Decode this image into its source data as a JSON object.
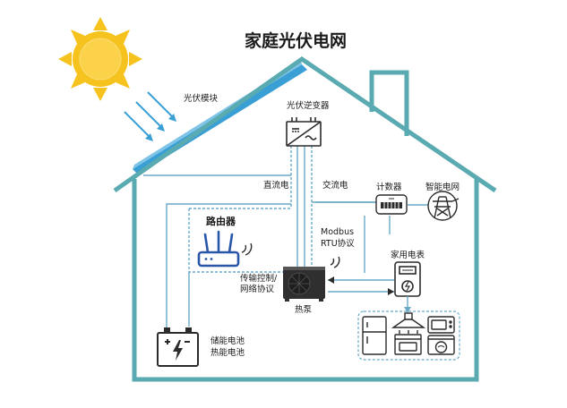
{
  "title": "家庭光伏电网",
  "labels": {
    "pv_module": "光伏模块",
    "inverter": "光伏逆变器",
    "dc": "直流电",
    "ac": "交流电",
    "meter": "计数器",
    "smart_grid": "智能电网",
    "router": "路由器",
    "modbus_line1": "Modbus",
    "modbus_line2": "RTU协议",
    "home_meter": "家用电表",
    "transfer_line1": "传输控制/",
    "transfer_line2": "网络协议",
    "heat_pump": "热泵",
    "battery_line1": "储能电池",
    "battery_line2": "热能电池"
  },
  "colors": {
    "house": "#5aaab2",
    "line": "#6aaac8",
    "dark": "#2b2b2b",
    "router": "#2a56a8",
    "sun": "#f6c21d",
    "sun_inner": "#fbd24a",
    "panel": "#3a9fd5"
  },
  "icons": [
    "sun-icon",
    "solar-panel-icon",
    "inverter-icon",
    "router-icon",
    "wifi-icon",
    "meter-icon",
    "power-tower-icon",
    "heat-pump-icon",
    "home-meter-icon",
    "battery-icon",
    "appliances-icon"
  ]
}
